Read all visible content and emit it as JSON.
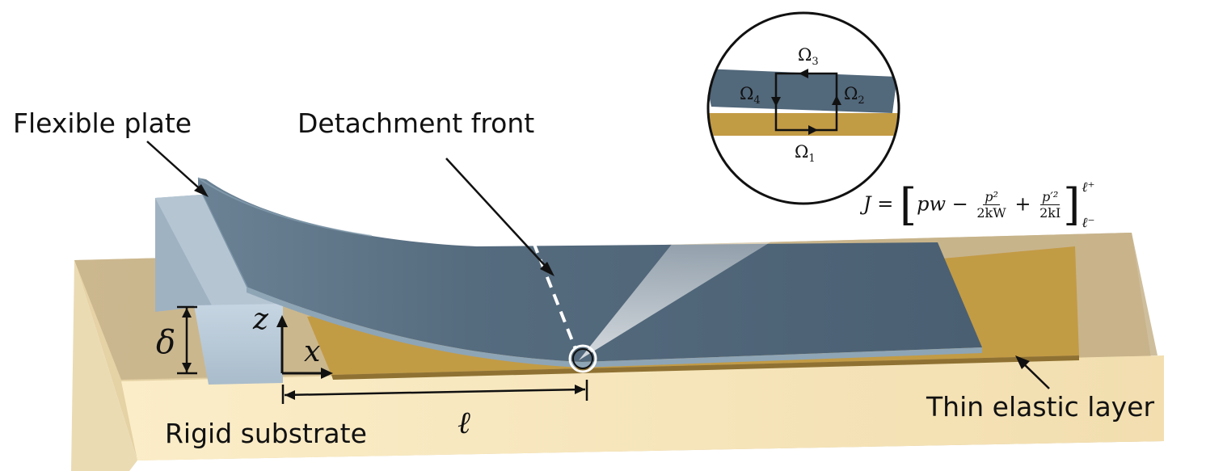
{
  "labels": {
    "flexible_plate": "Flexible plate",
    "detachment_front": "Detachment front",
    "rigid_substrate": "Rigid substrate",
    "thin_elastic_layer": "Thin elastic layer"
  },
  "symbols": {
    "delta": "δ",
    "z": "z",
    "x": "x",
    "ell": "ℓ"
  },
  "inset": {
    "omega1": "Ω",
    "omega1_sub": "1",
    "omega2": "Ω",
    "omega2_sub": "2",
    "omega3": "Ω",
    "omega3_sub": "3",
    "omega4": "Ω",
    "omega4_sub": "4"
  },
  "formula": {
    "lhs": "J =",
    "t1": "pw −",
    "f1_num": "p²",
    "f1_den": "2kW",
    "plus": "+",
    "f2_num": "p′²",
    "f2_den": "2kI",
    "upper": "ℓ⁺",
    "lower": "ℓ⁻"
  },
  "colors": {
    "substrate": "#f5e3b8",
    "plate": "#4f6477",
    "layer": "#c09a45",
    "block": "#b7c6d3"
  }
}
